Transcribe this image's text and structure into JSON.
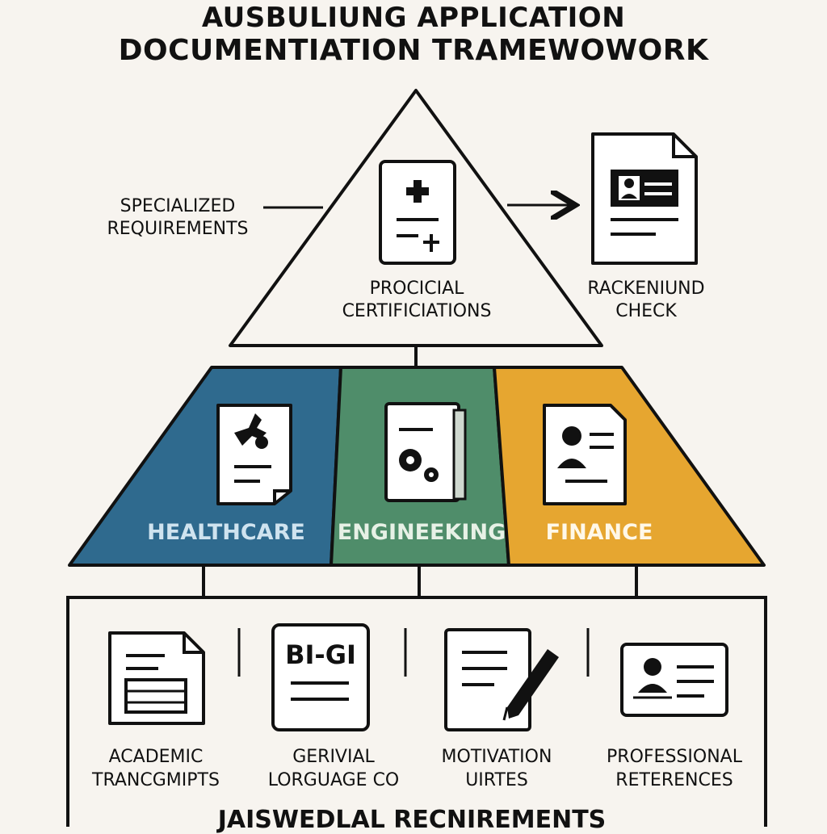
{
  "title": {
    "line1": "AUSBULIUNG APPLICATION",
    "line2": "DOCUMENTIATION TRAMEWOWORK"
  },
  "apex": {
    "label_line1": "PROCICIAL",
    "label_line2": "CERTIFICIATIONS",
    "icon": "medical-certificate-icon"
  },
  "side_left": {
    "label_line1": "SPECIALIZED",
    "label_line2": "REQUIREMENTS"
  },
  "side_right": {
    "label_line1": "RACKENIUND",
    "label_line2": "CHECK",
    "icon": "id-document-icon"
  },
  "bands": [
    {
      "label": "HEALTHCARE",
      "color": "#2f6a8e",
      "icon": "medical-document-icon"
    },
    {
      "label": "ENGINEEKING",
      "color": "#4f8d6a",
      "icon": "gear-document-icon"
    },
    {
      "label": "FINANCE",
      "color": "#e6a630",
      "icon": "profile-document-icon"
    }
  ],
  "base": {
    "title": "JAISWEDLAL RECNIREMENTS",
    "items": [
      {
        "line1": "ACADEMIC",
        "line2": "TRANCGMIPTS",
        "icon": "transcript-icon"
      },
      {
        "line1": "GERIVIAL",
        "line2": "LORGUAGE CO",
        "icon": "language-certificate-icon"
      },
      {
        "line1": "MOTIVATION",
        "line2": "UIRTES",
        "icon": "motivation-letter-pen-icon"
      },
      {
        "line1": "PROFESSIONAL",
        "line2": "RETERENCES",
        "icon": "reference-card-icon"
      }
    ],
    "language_badge": "BI-GI"
  }
}
